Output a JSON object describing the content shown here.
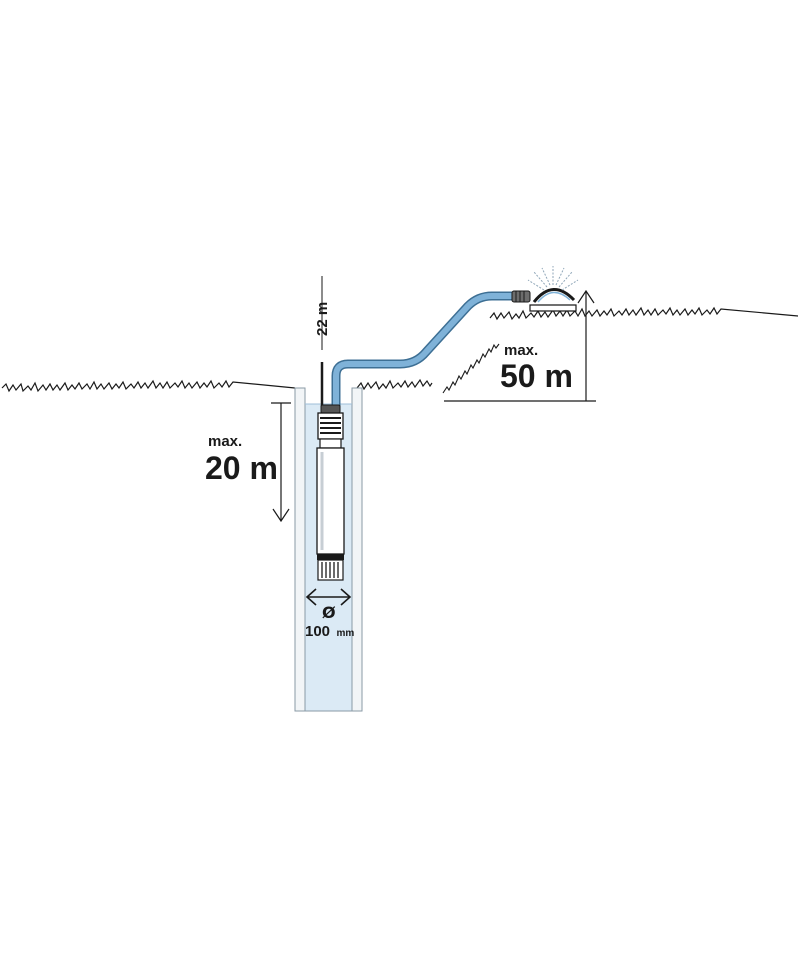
{
  "labels": {
    "cable_length": "22 m",
    "depth_prefix": "max.",
    "depth_value": "20 m",
    "height_prefix": "max.",
    "height_value": "50 m",
    "diameter_symbol": "Ø",
    "diameter_value": "100",
    "diameter_unit": "mm"
  },
  "colors": {
    "water": "#dbeaf5",
    "hose": "#7fb2d8",
    "hose_outline": "#3d6f94",
    "line": "#1a1a1a"
  }
}
